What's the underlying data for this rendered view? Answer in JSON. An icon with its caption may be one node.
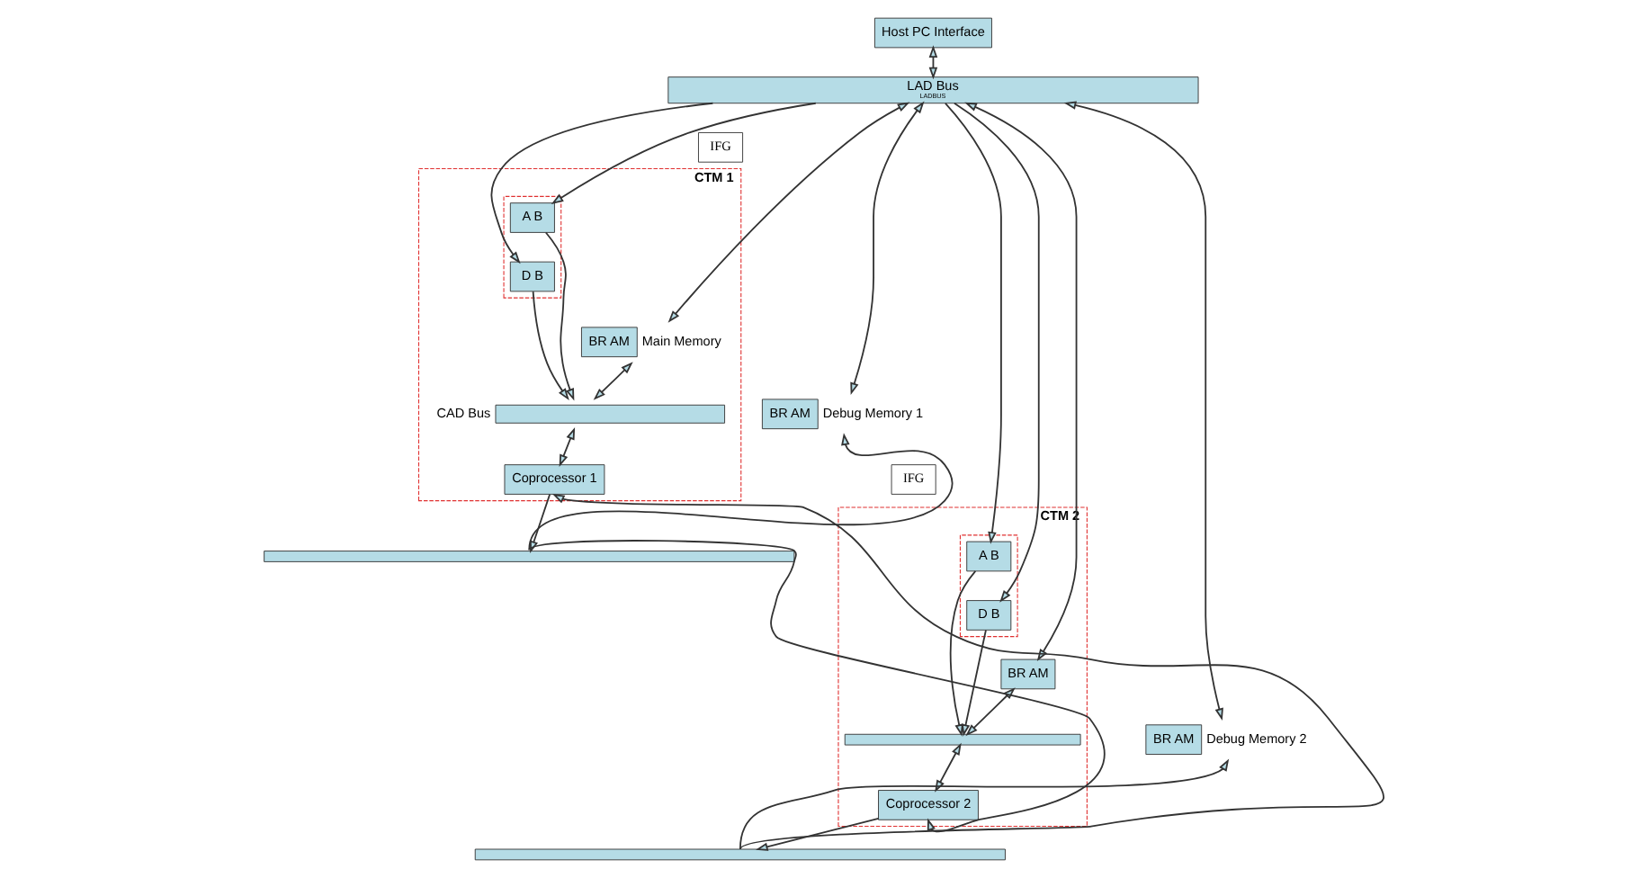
{
  "diagram": {
    "nodes": [
      {
        "text": [
          "Host PC Interface"
        ]
      },
      {
        "text": [
          "LAD Bus",
          "LADBUS"
        ]
      },
      {
        "text": [
          "CTM 1"
        ]
      },
      {
        "text": [
          "IFG"
        ]
      },
      {
        "text": [],
        "shape": "box",
        "in": 2
      },
      {
        "text": [
          "A B"
        ],
        "in": 4
      },
      {
        "text": [
          "D B"
        ],
        "in": 4
      },
      {
        "text": [
          "BR AM"
        ],
        "in": 2,
        "beside": [
          "Main Memory"
        ]
      },
      {
        "text": [],
        "shape": "bar",
        "in": 2,
        "beside": [
          "CAD Bus"
        ]
      },
      {
        "text": [
          "Coprocessor 1"
        ],
        "in": 2
      },
      {
        "text": [
          "BR AM"
        ],
        "beside": [
          "Debug Memory 1"
        ]
      },
      {
        "text": [
          "CTM 2"
        ]
      },
      {
        "text": [
          "IFG"
        ]
      },
      {
        "text": [],
        "shape": "box",
        "in": 11
      },
      {
        "text": [
          "A B"
        ],
        "in": 13
      },
      {
        "text": [
          "D B"
        ],
        "in": 13
      },
      {
        "text": [
          "BR AM"
        ],
        "in": 11
      },
      {
        "text": [],
        "shape": "bar",
        "in": 11
      },
      {
        "text": [
          "Coprocessor 2"
        ],
        "in": 11
      },
      {
        "text": [
          "BR AM"
        ],
        "beside": [
          "Debug Memory 2"
        ]
      },
      {
        "text": [],
        "shape": "bar"
      },
      {
        "text": [],
        "shape": "bar"
      }
    ],
    "edges": [
      {
        "from": 0,
        "to": 1,
        "arrow": "both"
      },
      {
        "from": 1,
        "to": 5,
        "arrow": "to"
      },
      {
        "from": 1,
        "to": 6,
        "arrow": "to"
      },
      {
        "from": 1,
        "to": 7,
        "arrow": "both"
      },
      {
        "from": 1,
        "to": 10,
        "arrow": "both"
      },
      {
        "from": 1,
        "to": 14,
        "arrow": "to"
      },
      {
        "from": 1,
        "to": 15,
        "arrow": "to"
      },
      {
        "from": 1,
        "to": 16,
        "arrow": "both"
      },
      {
        "from": 1,
        "to": 19,
        "arrow": "both"
      },
      {
        "from": 5,
        "to": 8,
        "arrow": "to"
      },
      {
        "from": 6,
        "to": 8,
        "arrow": "to"
      },
      {
        "from": 7,
        "to": 8,
        "arrow": "both"
      },
      {
        "from": 8,
        "to": 9,
        "arrow": "both"
      },
      {
        "from": 14,
        "to": 17,
        "arrow": "to"
      },
      {
        "from": 15,
        "to": 17,
        "arrow": "to"
      },
      {
        "from": 16,
        "to": 17,
        "arrow": "both"
      },
      {
        "from": 17,
        "to": 18,
        "arrow": "both"
      },
      {
        "from": 9,
        "to": 20,
        "arrow": "to"
      },
      {
        "from": 21,
        "to": 9,
        "arrow": "to"
      },
      {
        "from": 20,
        "to": 10,
        "arrow": "to"
      },
      {
        "from": 18,
        "to": 21,
        "arrow": "to"
      },
      {
        "from": 20,
        "to": 18,
        "arrow": "to"
      },
      {
        "from": 21,
        "to": 19,
        "arrow": "to"
      }
    ]
  }
}
